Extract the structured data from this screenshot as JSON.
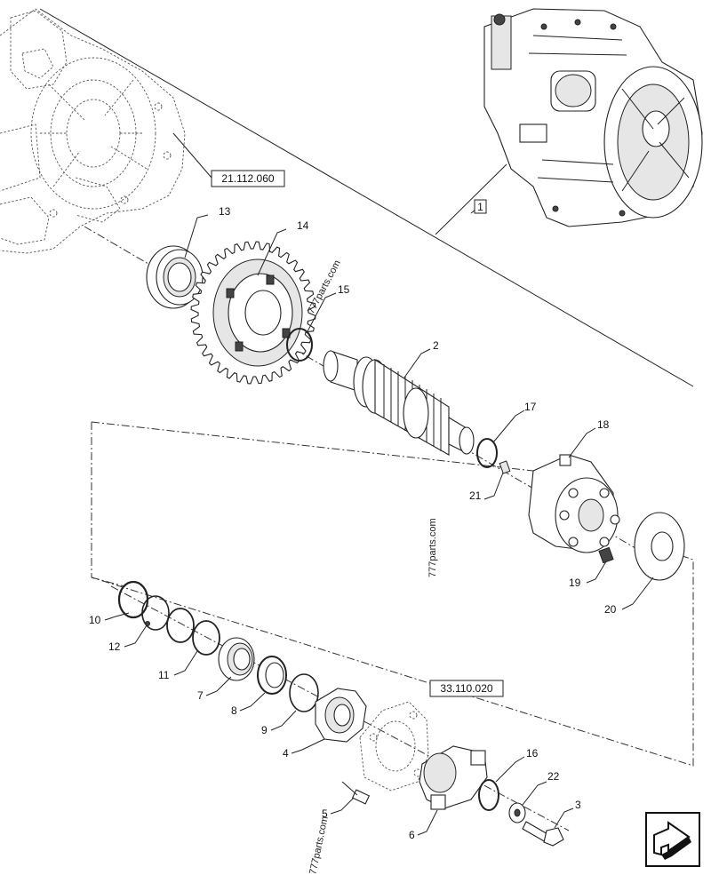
{
  "references": {
    "group_21": "21.112.060",
    "group_33": "33.110.020",
    "box_1": "1"
  },
  "callouts": {
    "c2": "2",
    "c3": "3",
    "c4": "4",
    "c5": "5",
    "c6": "6",
    "c7": "7",
    "c8": "8",
    "c9": "9",
    "c10": "10",
    "c11": "11",
    "c12": "12",
    "c13": "13",
    "c14": "14",
    "c15": "15",
    "c16": "16",
    "c17": "17",
    "c18": "18",
    "c19": "19",
    "c20": "20",
    "c21": "21",
    "c22": "22"
  },
  "watermarks": {
    "wm1": "777parts.com",
    "wm2": "777parts.com",
    "wm3": "777parts.com"
  },
  "icons": {
    "nav": "next-page-arrow-icon"
  }
}
